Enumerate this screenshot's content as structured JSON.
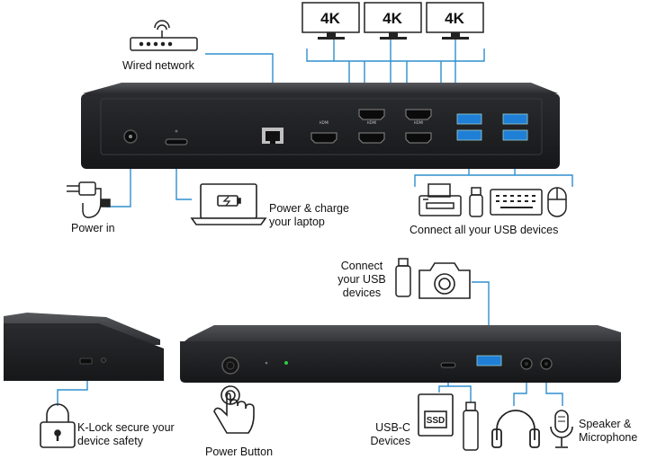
{
  "colors": {
    "accent_line": "#2f8fce",
    "device_body": "#262729",
    "device_top": "#3c3d40",
    "port_blue": "#1f7fd6",
    "icon_stroke": "#222222",
    "led_green": "#2ecc40"
  },
  "monitors": [
    {
      "label": "4K"
    },
    {
      "label": "4K"
    },
    {
      "label": "4K"
    }
  ],
  "port_text": {
    "hdmi": "HDMI"
  },
  "labels": {
    "wired_network": "Wired network",
    "power_in": "Power in",
    "power_charge": [
      "Power & charge",
      "your laptop"
    ],
    "connect_usb_all": "Connect all your USB devices",
    "connect_usb": [
      "Connect",
      "your USB",
      "devices"
    ],
    "klock": [
      "K-Lock secure your",
      "device safety"
    ],
    "power_button": "Power Button",
    "usbc_devices": [
      "USB-C",
      "Devices"
    ],
    "speaker_mic": [
      "Speaker &",
      "Microphone"
    ],
    "ssd": "SSD"
  },
  "icons": {
    "router": "router-icon",
    "power_adapter": "power-adapter-icon",
    "laptop": "laptop-charging-icon",
    "printer": "printer-icon",
    "usb_drive": "usb-drive-icon",
    "keyboard": "keyboard-icon",
    "mouse": "mouse-icon",
    "camera": "camera-icon",
    "lock": "padlock-icon",
    "hand": "hand-pointer-icon",
    "ssd": "ssd-icon",
    "headphones": "headphones-icon",
    "microphone": "microphone-icon"
  }
}
